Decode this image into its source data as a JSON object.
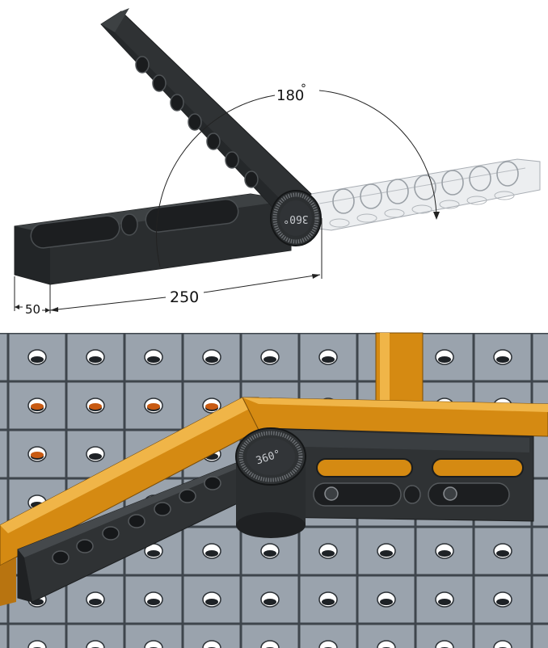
{
  "top_figure": {
    "angle_label": "180",
    "angle_unit": "°",
    "length_label": "250",
    "width_label": "50",
    "dial_label": "360°"
  },
  "bottom_figure": {
    "dial_label": "360°"
  },
  "colors": {
    "background": "#ffffff",
    "bracket_dark": "#2f3234",
    "bracket_edge": "#1b1d1e",
    "ghost_fill": "#e8eaec",
    "ghost_edge": "#9aa0a6",
    "table_tile": "#9aa3ad",
    "table_grid": "#3e454c",
    "rail_orange": "#d58a12",
    "rail_highlight": "#f0b548",
    "hole_accent": "#c85a12"
  }
}
